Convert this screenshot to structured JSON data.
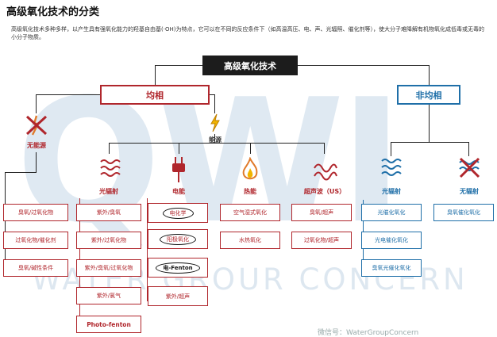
{
  "title": "高级氧化技术的分类",
  "intro": "高级氧化技术多种多样，以产生具有强氧化能力的羟基自由基(·OH)为特点，它可以在不同的反应条件下（如高温高压、电、声、光辐照、催化剂等），使大分子难降解有机物氧化成低毒或无毒的小分子物质。",
  "watermark": {
    "text": "WATER GROUR CONCERN",
    "footer": "微信号：WaterGroupConcern"
  },
  "colors": {
    "red": "#b0262c",
    "blue": "#1f6fa8",
    "dark": "#1c1c1c"
  },
  "diagram": {
    "root": "高级氧化技术",
    "homogeneous": "均相",
    "heterogeneous": "非均相",
    "no_energy": "无能源",
    "energy": "能源",
    "groups": {
      "no_energy": {
        "items": [
          "臭氧/过氧化物",
          "过氧化物/催化剂",
          "臭氧/碱性条件"
        ]
      },
      "light": {
        "label": "光辐射",
        "items": [
          "紫外/臭氧",
          "紫外/过氧化物",
          "紫外/臭氧/过氧化物",
          "紫外/氯气",
          "Photo-fenton"
        ]
      },
      "electric": {
        "label": "电能",
        "items": [
          "电化学",
          "阳极氧化",
          "电-Fenton",
          "紫外/超声"
        ]
      },
      "thermal": {
        "label": "热能",
        "items": [
          "空气湿式氧化",
          "水热氧化"
        ]
      },
      "ultrasound": {
        "label": "超声波（US）",
        "items": [
          "臭氧/超声",
          "过氧化物/超声"
        ]
      },
      "het_light": {
        "label": "光辐射",
        "items": [
          "光催化氧化",
          "光电催化氧化",
          "臭氧光催化氧化"
        ]
      },
      "het_none": {
        "label": "无辐射",
        "items": [
          "臭氧催化氧化"
        ]
      }
    }
  }
}
